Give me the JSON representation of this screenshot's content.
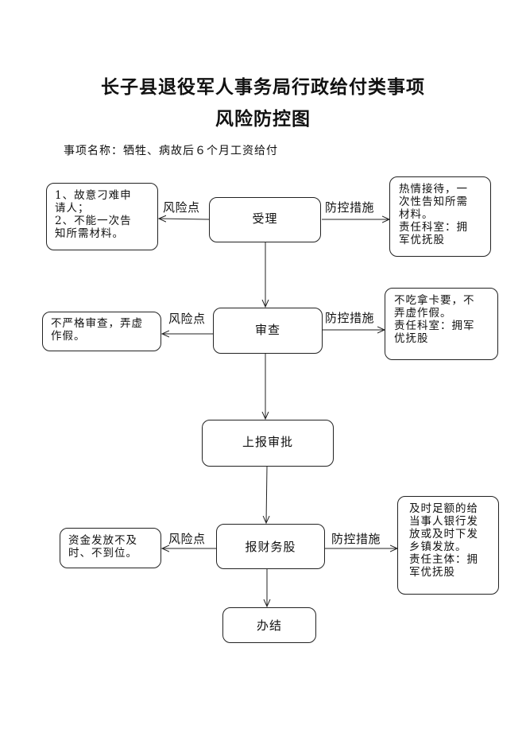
{
  "title": {
    "line1": "长子县退役军人事务局行政给付类事项",
    "line2": "风险防控图"
  },
  "item_line": "事项名称：牺牲、病故后６个月工资给付",
  "steps": {
    "s1": "受理",
    "s2": "审查",
    "s3": "上报审批",
    "s4": "报财务股",
    "s5": "办结"
  },
  "labels": {
    "risk": "风险点",
    "control": "防控措施"
  },
  "risks": {
    "r1": [
      "1、故意刁难申",
      "请人；",
      "2、不能一次告",
      "知所需材料。"
    ],
    "r2": [
      "不严格审查，弄虚",
      "作假。"
    ],
    "r4": [
      "资金发放不及",
      "时、不到位。"
    ]
  },
  "controls": {
    "c1": [
      "热情接待，一",
      "次性告知所需",
      "材料。",
      "责任科室：拥",
      "军优抚股"
    ],
    "c2": [
      "不吃拿卡要，不",
      "弄虚作假。",
      "责任科室：拥军",
      "优抚股"
    ],
    "c4": [
      "及时足额的给",
      "当事人银行发",
      "放或及时下发",
      "乡镇发放。",
      "责任主体：拥",
      "军优抚股"
    ]
  }
}
